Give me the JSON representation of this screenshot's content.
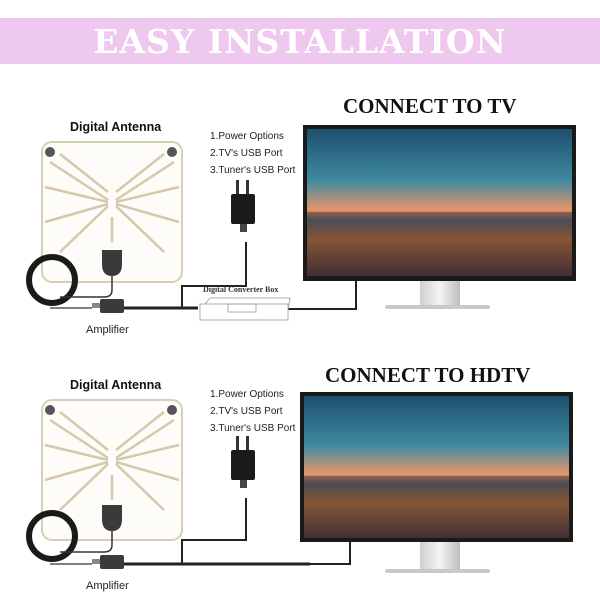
{
  "banner": {
    "title": "EASY INSTALLATION",
    "background_color": "#efc8ef",
    "text_color": "#ffffff"
  },
  "sections": [
    {
      "connect_title": "CONNECT TO TV",
      "antenna_title": "Digital Antenna",
      "power_options": [
        "1.Power Options",
        "2.TV's USB Port",
        "3.Tuner's USB Port"
      ],
      "amplifier_label": "Amplifier",
      "converter_box_label": "Digital Converter Box",
      "icons": [
        "flat-antenna-icon",
        "coax-cable-coil-icon",
        "amplifier-icon",
        "usb-power-adapter-icon",
        "converter-box-icon",
        "tv-monitor-icon"
      ]
    },
    {
      "connect_title": "CONNECT TO HDTV",
      "antenna_title": "Digital Antenna",
      "power_options": [
        "1.Power Options",
        "2.TV's USB Port",
        "3.Tuner's USB Port"
      ],
      "amplifier_label": "Amplifier",
      "icons": [
        "flat-antenna-icon",
        "coax-cable-coil-icon",
        "amplifier-icon",
        "usb-power-adapter-icon",
        "tv-monitor-icon"
      ]
    }
  ]
}
